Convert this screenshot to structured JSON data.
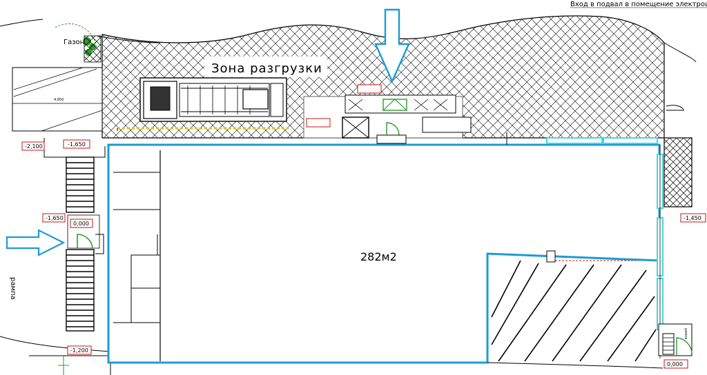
{
  "top_note": "Вход в подвал в помещение электрощ",
  "unloading_zone": "Зона разгрузки",
  "lawn_label": "Газон",
  "area_label": "282м2",
  "ramp_left": "рампа",
  "ramp_right": "рампа",
  "dim_stair": "4.850",
  "levels": {
    "l_2100": "-2,100",
    "l_1650_top": "-1,650",
    "l_1650_mid": "-1,650",
    "l_0000_left": "0,000",
    "l_1200": "-1,200",
    "l_1450": "-1,450",
    "l_0000_right": "0,000"
  },
  "colors": {
    "accent_blue": "#1a9bd7",
    "cyan": "#45d4e0",
    "level_red": "#cc1111",
    "hatch": "#000000",
    "door_green": "#2e9a2e",
    "magenta": "#cc44aa"
  }
}
